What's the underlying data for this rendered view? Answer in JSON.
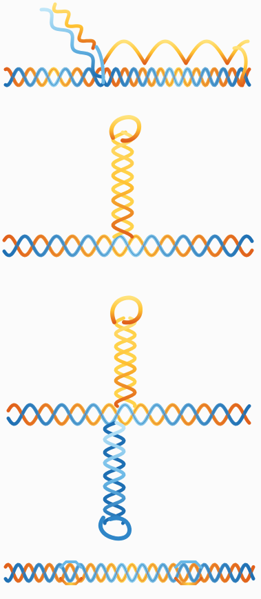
{
  "figure": {
    "panels": [
      {
        "id": "panel-1",
        "description_key": "dna-strand-separation-top"
      },
      {
        "id": "panel-2",
        "description_key": "hairpin-single-arm"
      },
      {
        "id": "panel-3",
        "description_key": "cruciform-structure"
      },
      {
        "id": "panel-4",
        "description_key": "bubble-duplex"
      }
    ],
    "colors": {
      "strand_a_dark": "#1e6fb3",
      "strand_a_light": "#8fd0f0",
      "strand_b_dark": "#e0601b",
      "strand_b_light": "#ffd24a",
      "background": "#fbfbfb"
    }
  }
}
